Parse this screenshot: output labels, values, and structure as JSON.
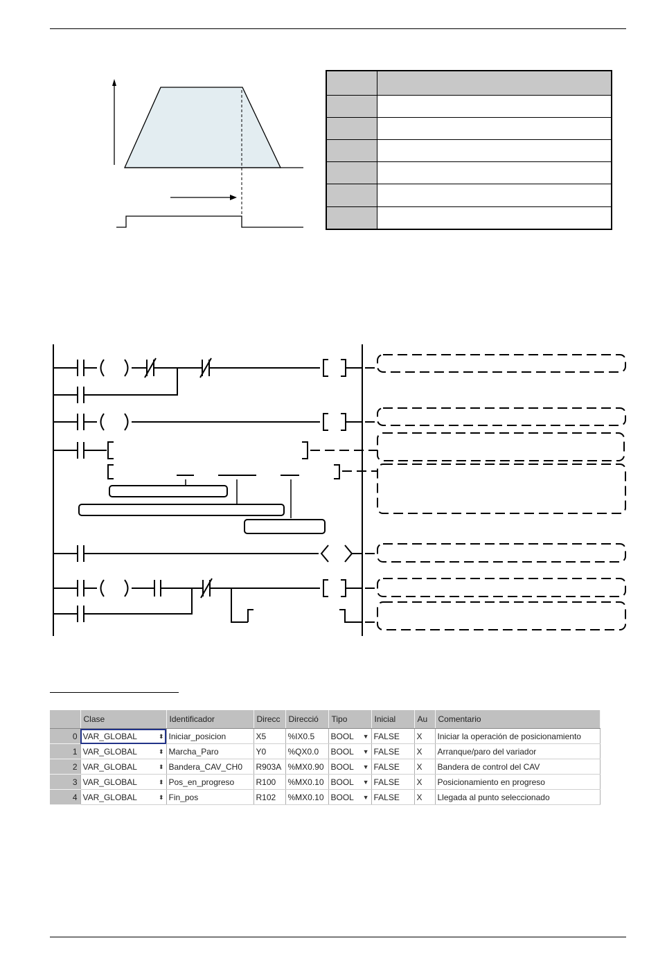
{
  "variable_table": {
    "columns": [
      "",
      "Clase",
      "Identificador",
      "Direcc",
      "Direcció",
      "Tipo",
      "Inicial",
      "Au",
      "Comentario"
    ],
    "rows": [
      {
        "index": "0",
        "clase": "VAR_GLOBAL",
        "identificador": "Iniciar_posicion",
        "direccion": "X5",
        "direccion_iec": "%IX0.5",
        "tipo": "BOOL",
        "inicial": "FALSE",
        "au": "X",
        "comentario": "Iniciar la operación de posicionamiento"
      },
      {
        "index": "1",
        "clase": "VAR_GLOBAL",
        "identificador": "Marcha_Paro",
        "direccion": "Y0",
        "direccion_iec": "%QX0.0",
        "tipo": "BOOL",
        "inicial": "FALSE",
        "au": "X",
        "comentario": "Arranque/paro del variador"
      },
      {
        "index": "2",
        "clase": "VAR_GLOBAL",
        "identificador": "Bandera_CAV_CH0",
        "direccion": "R903A",
        "direccion_iec": "%MX0.90",
        "tipo": "BOOL",
        "inicial": "FALSE",
        "au": "X",
        "comentario": "Bandera de control del CAV"
      },
      {
        "index": "3",
        "clase": "VAR_GLOBAL",
        "identificador": "Pos_en_progreso",
        "direccion": "R100",
        "direccion_iec": "%MX0.10",
        "tipo": "BOOL",
        "inicial": "FALSE",
        "au": "X",
        "comentario": "Posicionamiento en progreso"
      },
      {
        "index": "4",
        "clase": "VAR_GLOBAL",
        "identificador": "Fin_pos",
        "direccion": "R102",
        "direccion_iec": "%MX0.10",
        "tipo": "BOOL",
        "inicial": "FALSE",
        "au": "X",
        "comentario": "Llegada al punto seleccionado"
      }
    ]
  },
  "icons": {
    "dropdown": "dropdown-arrow-icon",
    "spin": "spinner-icon"
  },
  "colors": {
    "profile_fill": "#e3edf1",
    "table_header": "#c0c0c0",
    "selection_border": "#223388"
  }
}
